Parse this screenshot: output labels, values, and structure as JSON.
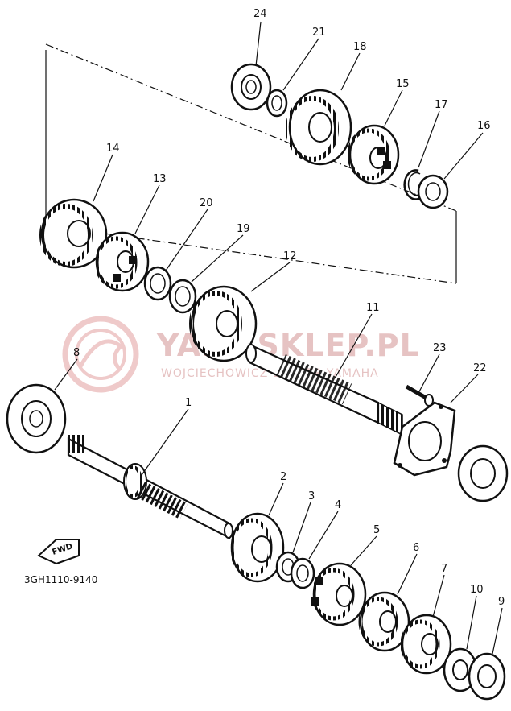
{
  "watermark": {
    "brand": "YAMASKLEP.PL",
    "dealer": "WOJCIECHOWICZ DEALER YAMAHA"
  },
  "diagram_code": "3GH1110-9140",
  "direction_label": "FWD",
  "callouts": {
    "p1": "1",
    "p2": "2",
    "p3": "3",
    "p4": "4",
    "p5": "5",
    "p6": "6",
    "p7": "7",
    "p8": "8",
    "p9": "9",
    "p10": "10",
    "p11": "11",
    "p12": "12",
    "p13": "13",
    "p14": "14",
    "p15": "15",
    "p16": "16",
    "p17": "17",
    "p18": "18",
    "p19": "19",
    "p20": "20",
    "p21": "21",
    "p22": "22",
    "p23": "23",
    "p24": "24"
  }
}
